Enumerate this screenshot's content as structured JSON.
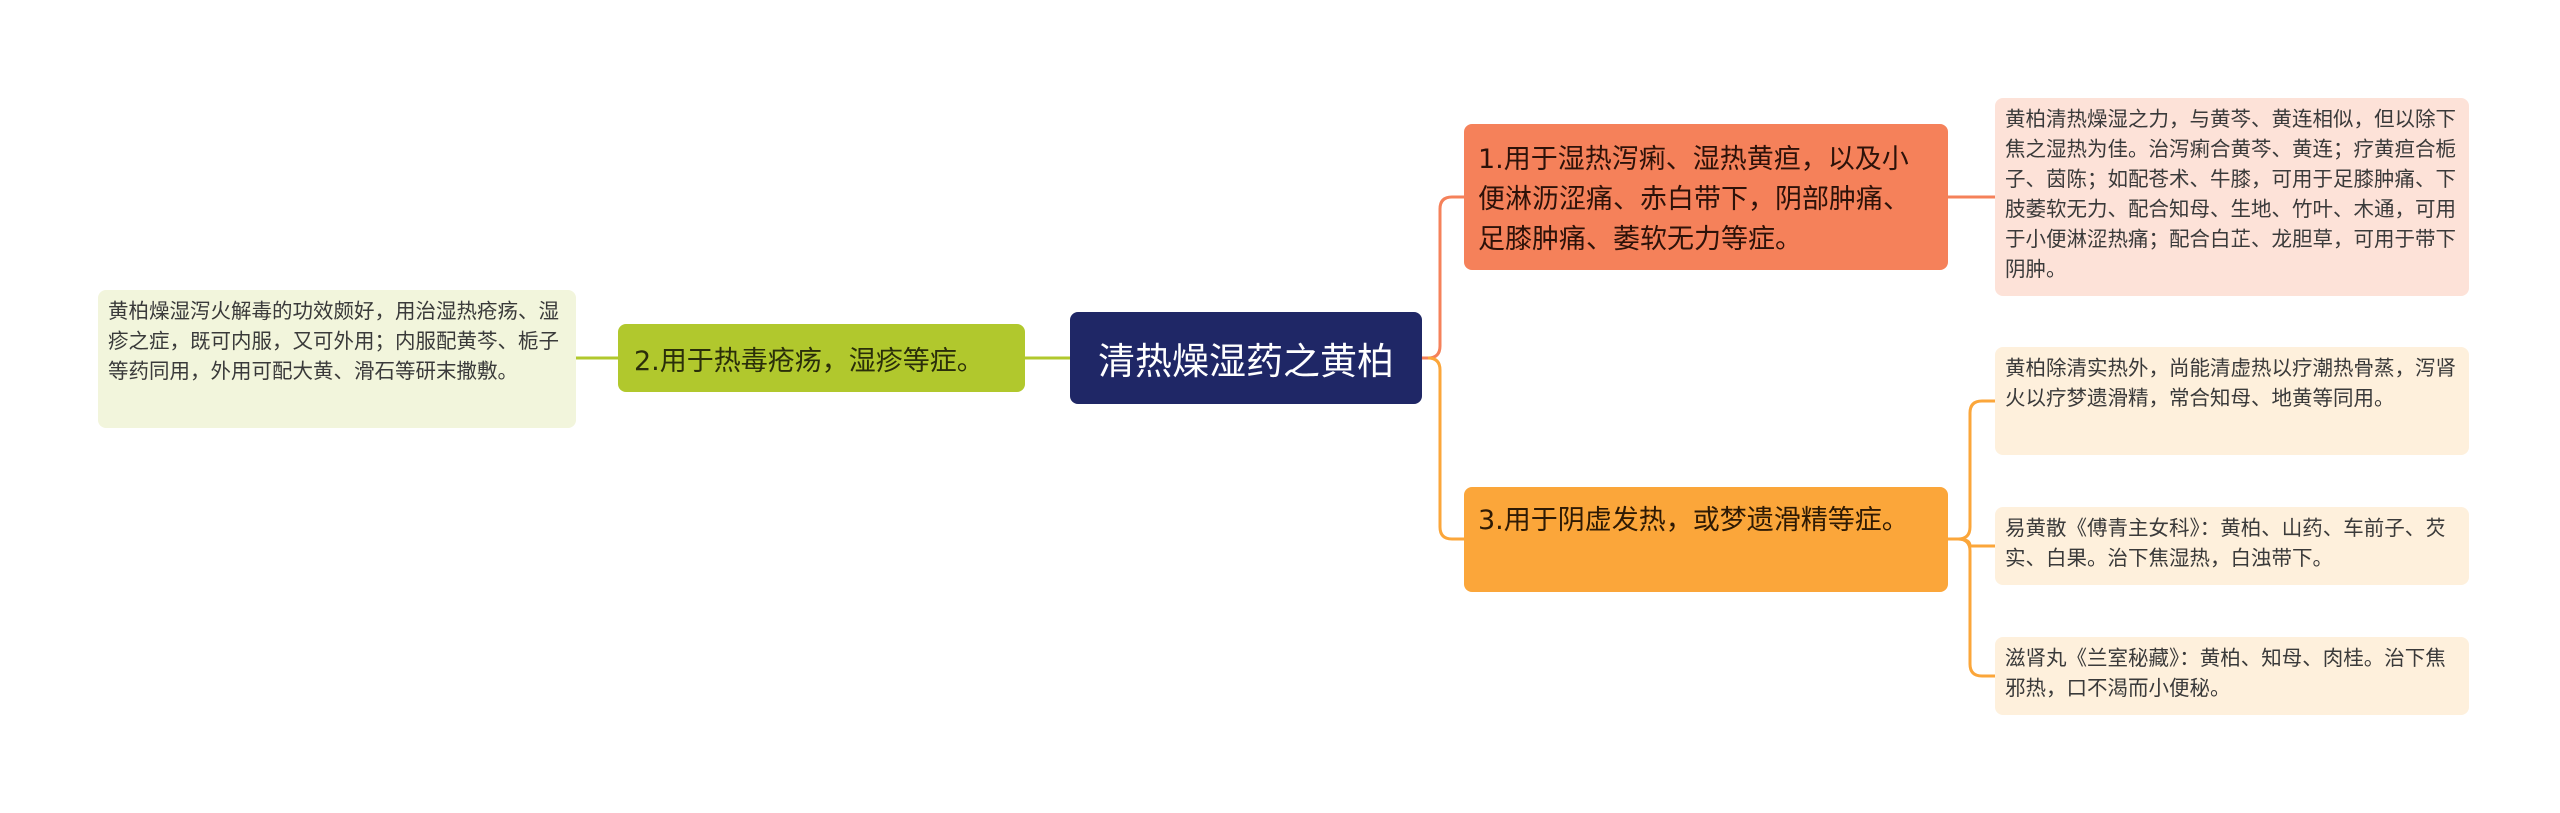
{
  "root": {
    "label": "清热燥湿药之黄柏"
  },
  "branches": [
    {
      "label": "1.用于湿热泻痢、湿热黄疸，以及小便淋沥涩痛、赤白带下，阴部肿痛、足膝肿痛、萎软无力等症。",
      "notes": [
        "黄柏清热燥湿之力，与黄芩、黄连相似，但以除下焦之湿热为佳。治泻痢合黄芩、黄连；疗黄疸合栀子、茵陈；如配苍术、牛膝，可用于足膝肿痛、下肢萎软无力、配合知母、生地、竹叶、木通，可用于小便淋涩热痛；配合白芷、龙胆草，可用于带下阴肿。"
      ]
    },
    {
      "label": "2.用于热毒疮疡，湿疹等症。",
      "notes": [
        "黄柏燥湿泻火解毒的功效颇好，用治湿热疮疡、湿疹之症，既可内服，又可外用；内服配黄芩、栀子等药同用，外用可配大黄、滑石等研末撒敷。"
      ]
    },
    {
      "label": "3.用于阴虚发热，或梦遗滑精等症。",
      "notes": [
        "黄柏除清实热外，尚能清虚热以疗潮热骨蒸，泻肾火以疗梦遗滑精，常合知母、地黄等同用。",
        "易黄散《傅青主女科》：黄柏、山药、车前子、芡实、白果。治下焦湿热，白浊带下。",
        "滋肾丸《兰室秘藏》：黄柏、知母、肉桂。治下焦邪热，口不渴而小便秘。"
      ]
    }
  ],
  "colors": {
    "root": "#1f2766",
    "branch1": "#f5815a",
    "branch2": "#b1c82d",
    "branch3": "#fba63a"
  }
}
